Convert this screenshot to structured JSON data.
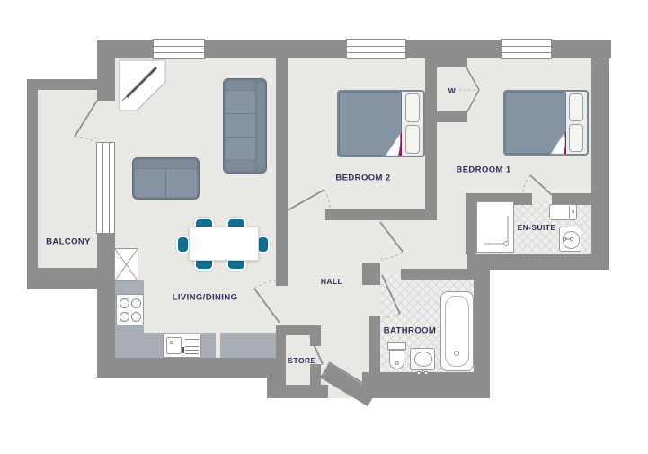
{
  "rooms": {
    "balcony": {
      "label": "BALCONY"
    },
    "living_dining": {
      "label": "LIVING/DINING"
    },
    "bedroom_2": {
      "label": "BEDROOM 2"
    },
    "bedroom_1": {
      "label": "BEDROOM 1"
    },
    "hall": {
      "label": "HALL"
    },
    "store": {
      "label": "STORE"
    },
    "bathroom": {
      "label": "BATHROOM"
    },
    "en_suite": {
      "label": "EN-SUITE"
    },
    "wardrobe": {
      "label": "W"
    }
  },
  "colors": {
    "background": "#ffffff",
    "wall": "#8d8d8d",
    "floor": "#e9e8e5",
    "tile": "#efeeec",
    "tile_line": "#d9d8d4",
    "counter": "#a9aeb4",
    "fixture_outline": "#9a9a9a",
    "furniture": "#8593a2",
    "furniture_dark": "#73808f",
    "furniture_outline": "#5f6c7a",
    "accent": "#8e1c58",
    "chair": "#0e6f90",
    "label_text": "#312f58",
    "door": "#8d8d8d"
  }
}
